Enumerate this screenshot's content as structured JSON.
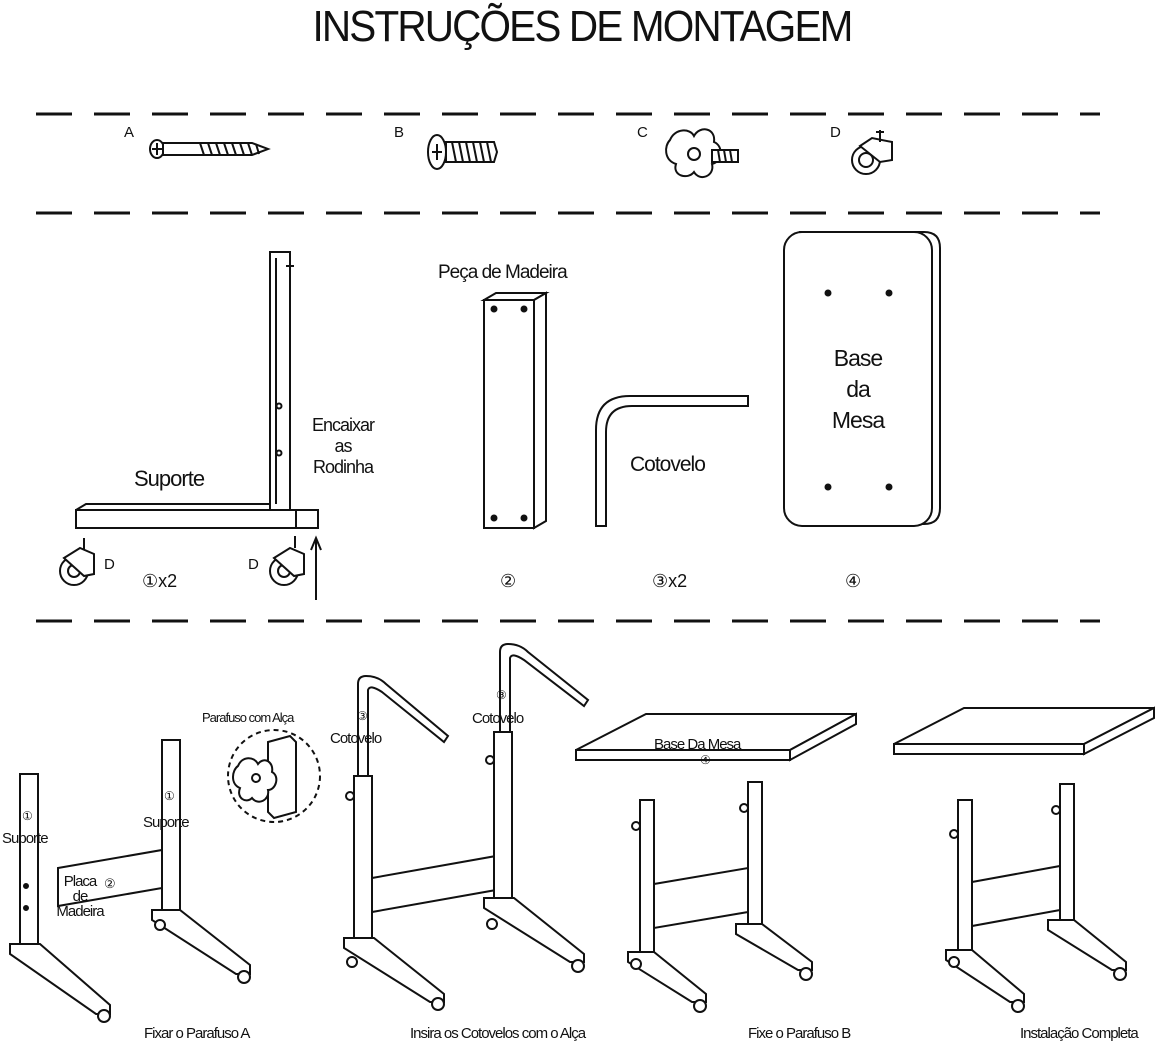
{
  "title": "INSTRUÇÕES DE MONTAGEM",
  "hardware": [
    {
      "letter": "A",
      "icon": "long-screw-icon"
    },
    {
      "letter": "B",
      "icon": "short-screw-icon"
    },
    {
      "letter": "C",
      "icon": "knob-screw-icon"
    },
    {
      "letter": "D",
      "icon": "caster-wheel-icon"
    }
  ],
  "parts": {
    "support": {
      "label": "Suporte",
      "wheel_note": [
        "Encaixar",
        "as",
        "Rodinha"
      ],
      "wheel_letter": "D",
      "qty": "①x2"
    },
    "wood": {
      "label": "Peça de Madeira",
      "qty": "②"
    },
    "elbow": {
      "label": "Cotovelo",
      "qty": "③x2"
    },
    "top": {
      "label": [
        "Base",
        "da",
        "Mesa"
      ],
      "qty": "④"
    }
  },
  "steps": {
    "step1": {
      "caption": "Fixar o Parafuso A",
      "support_left": "Suporte",
      "support_right": "Suporte",
      "wood": [
        "Placa",
        "de",
        "Madeira"
      ],
      "num_one": "①",
      "num_two": "②"
    },
    "step2": {
      "caption": "Insira os Cotovelos com o Alça",
      "handle_label": "Parafuso com Alça",
      "elbow_left": "Cotovelo",
      "elbow_right": "Cotovelo",
      "num_three": "③"
    },
    "step3": {
      "caption": "Fixe o Parafuso B",
      "top_label": "Base Da Mesa",
      "num_four": "④"
    },
    "step4": {
      "caption": "Instalação Completa"
    }
  },
  "colors": {
    "line": "#111111",
    "background": "#ffffff"
  }
}
